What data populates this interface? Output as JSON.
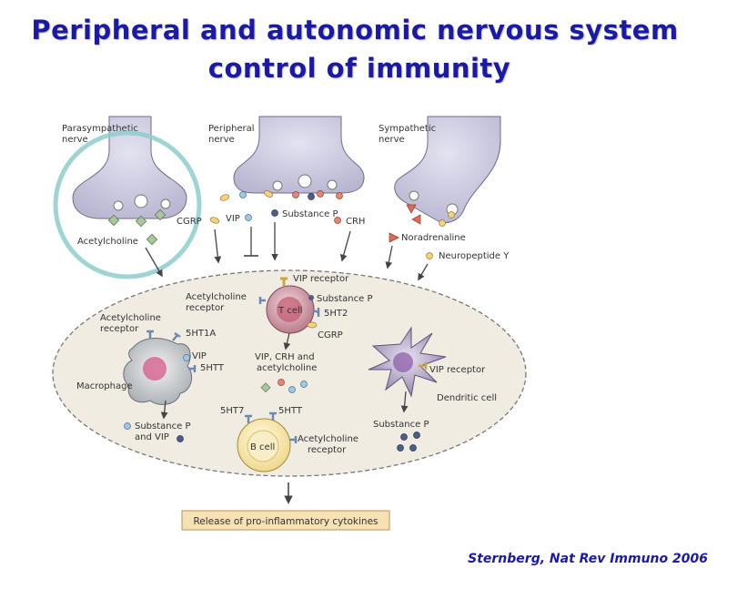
{
  "title": {
    "line1": "Peripheral and autonomic nervous system",
    "line2": "control of immunity"
  },
  "citation": "Sternberg, Nat Rev Immuno 2006",
  "nerves": {
    "parasympathetic": [
      "Parasympathetic",
      "nerve"
    ],
    "peripheral": [
      "Peripheral",
      "nerve"
    ],
    "sympathetic": [
      "Sympathetic",
      "nerve"
    ]
  },
  "molecules": {
    "cgrp": "CGRP",
    "vip": "VIP",
    "substance_p": "Substance P",
    "crh": "CRH",
    "acetylcholine": "Acetylcholine",
    "noradrenaline": "Noradrenaline",
    "neuropeptide_y": "Neuropeptide Y"
  },
  "tcell": {
    "name": "T cell",
    "vip_receptor": "VIP receptor",
    "ach_receptor": [
      "Acetylcholine",
      "receptor"
    ],
    "substance_p": "Substance P",
    "ht2": "5HT2",
    "cgrp": "CGRP",
    "released": [
      "VIP, CRH and",
      "acetylcholine"
    ]
  },
  "macrophage": {
    "name": "Macrophage",
    "ach_receptor": [
      "Acetylcholine",
      "receptor"
    ],
    "ht1a": "5HT1A",
    "vip": "VIP",
    "htt": "5HTT",
    "released": [
      "Substance P",
      "and VIP"
    ]
  },
  "bcell": {
    "name": "B cell",
    "ht7": "5HT7",
    "htt": "5HTT",
    "ach_receptor": [
      "Acetylcholine",
      "receptor"
    ]
  },
  "dendritic": {
    "name": "Dendritic cell",
    "vip_receptor": "VIP receptor",
    "released": "Substance P"
  },
  "output": "Release of pro-inflammatory cytokines",
  "colors": {
    "title": "#1a1aa6",
    "nerve": "#c9c7de",
    "arena": "#f1ece2",
    "highlight": "#8ecccc",
    "tcell": "#b97c8b",
    "bcell": "#f3e5a8",
    "output_box": "#f6e1b4"
  }
}
